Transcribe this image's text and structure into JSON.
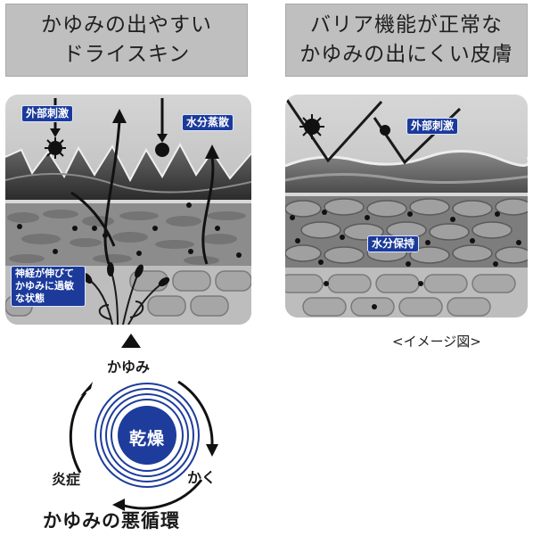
{
  "left_panel": {
    "title_line1": "かゆみの出やすい",
    "title_line2": "ドライスキン",
    "label_external": "外部刺激",
    "label_water": "水分蒸散",
    "label_nerve": "神経が伸びてかゆみに過敏な状態"
  },
  "right_panel": {
    "title_line1": "バリア機能が正常な",
    "title_line2": "かゆみの出にくい皮膚",
    "label_external": "外部刺激",
    "label_water": "水分保持"
  },
  "caption": "<イメージ図>",
  "cycle": {
    "top": "かゆみ",
    "center": "乾燥",
    "right": "かく",
    "left": "炎症",
    "title": "かゆみの悪循環"
  },
  "colors": {
    "title_bg": "#bfbfbf",
    "label_blue": "#1b3a9a",
    "cycle_blue": "#1e3c9c"
  }
}
